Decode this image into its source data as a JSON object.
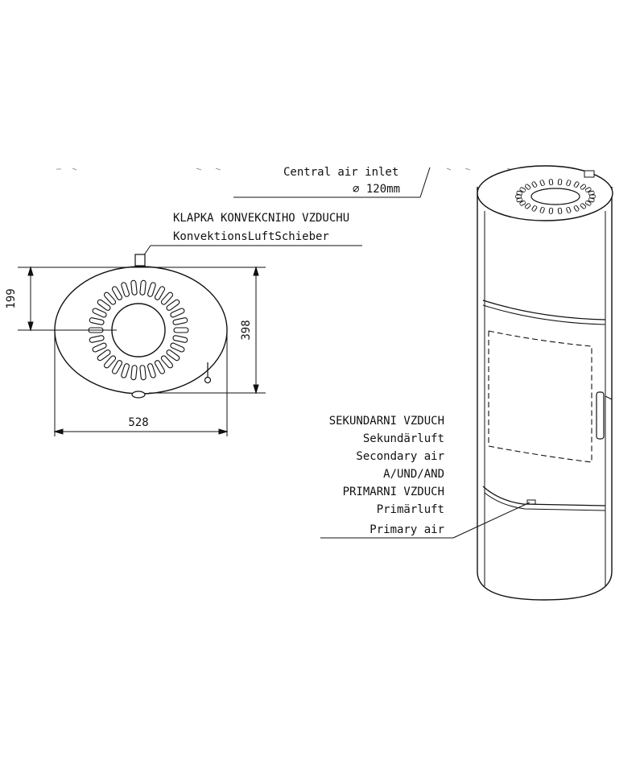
{
  "header_fragment": {
    "line1": "Central air inlet",
    "line2": "∅ 120mm"
  },
  "top_view": {
    "callout_czech": "KLAPKA KONVEKCNIHO VZDUCHU",
    "callout_german": "KonvektionsLuftSchieber",
    "dim_offset": "199",
    "dim_depth": "398",
    "dim_width": "528"
  },
  "side_view": {
    "air_labels": [
      "SEKUNDARNI VZDUCH",
      "Sekundärluft",
      "Secondary air",
      "A/UND/AND",
      "PRIMARNI VZDUCH",
      "Primärluft",
      "Primary air"
    ]
  },
  "colors": {
    "line": "#111111",
    "background": "#ffffff"
  }
}
